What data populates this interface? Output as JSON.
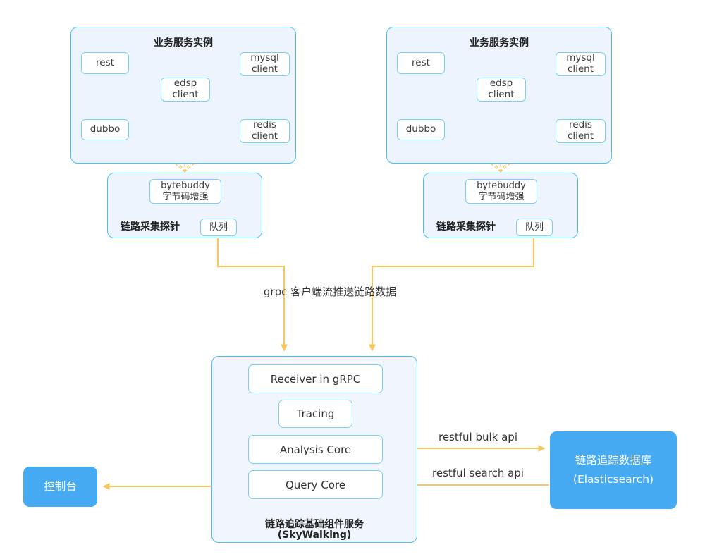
{
  "colors": {
    "panel_border": "#4FC0F2",
    "panel_fill": "#EDF4FE",
    "node_border": "#79CEF5",
    "arrow": "#F6C75F",
    "solid_box": "#45AAF2"
  },
  "instances": [
    {
      "title": "业务服务实例",
      "nodes": {
        "rest": "rest",
        "edsp": "edsp client",
        "mysql": "mysql client",
        "dubbo": "dubbo",
        "redis": "redis client"
      }
    },
    {
      "title": "业务服务实例",
      "nodes": {
        "rest": "rest",
        "edsp": "edsp client",
        "mysql": "mysql client",
        "dubbo": "dubbo",
        "redis": "redis client"
      }
    }
  ],
  "probes": [
    {
      "enhancer_line1": "bytebuddy",
      "enhancer_line2": "字节码增强",
      "label": "链路采集探针",
      "queue": "队列"
    },
    {
      "enhancer_line1": "bytebuddy",
      "enhancer_line2": "字节码增强",
      "label": "链路采集探针",
      "queue": "队列"
    }
  ],
  "grpc_label": "grpc 客户端流推送链路数据",
  "skywalking": {
    "items": [
      "Receiver in gRPC",
      "Tracing",
      "Analysis Core",
      "Query Core"
    ],
    "title_line1": "链路追踪基础组件服务",
    "title_line2": "(SkyWalking)"
  },
  "elasticsearch": {
    "line1": "链路追踪数据库",
    "line2": "(Elasticsearch)"
  },
  "console": {
    "label": "控制台"
  },
  "api_labels": {
    "bulk": "restful bulk api",
    "search": "restful search api"
  }
}
